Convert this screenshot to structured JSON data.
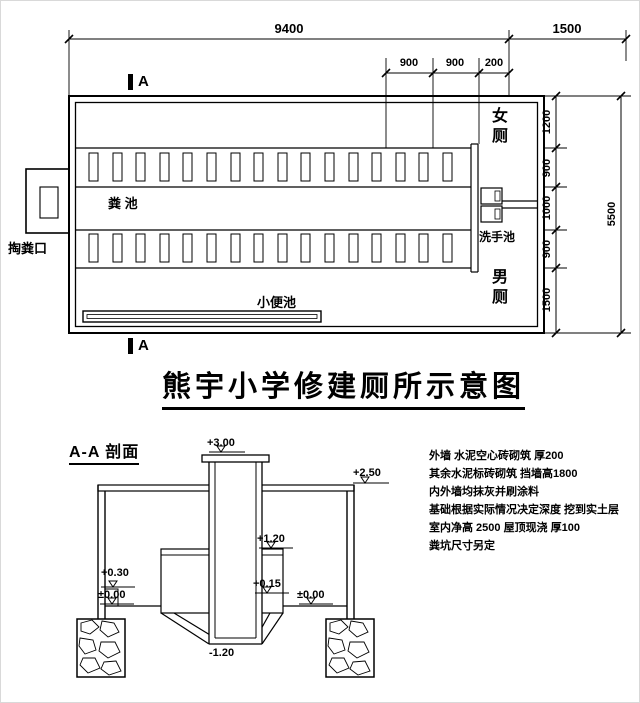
{
  "title": "熊宇小学修建厕所示意图",
  "colors": {
    "ink": "#000000",
    "paper": "#ffffff"
  },
  "plan": {
    "section_marker": "A",
    "dims": {
      "top_width_main": "9400",
      "top_width_right": "1500",
      "stall_900_a": "900",
      "stall_900_b": "900",
      "wall_200": "200",
      "right_1200": "1200",
      "right_900_a": "900",
      "right_1000": "1000",
      "right_900_b": "900",
      "right_1500": "1500",
      "right_total": "5500"
    },
    "labels": {
      "womens_toilet": "女厕",
      "mens_toilet": "男厕",
      "manure_pit": "粪 池",
      "hand_wash_basin": "洗手池",
      "urinal": "小便池",
      "manure_access": "掏粪口"
    }
  },
  "section": {
    "heading": "A-A 剖面",
    "elevations": {
      "vent_top": "+3.00",
      "roof": "+2.50",
      "platform": "+1.20",
      "step_left": "+0.30",
      "ground_left": "±0.00",
      "step_mid": "+0.15",
      "ground_right": "±0.00",
      "pit_bottom": "-1.20"
    }
  },
  "notes": [
    "外墙 水泥空心砖砌筑 厚200",
    "其余水泥标砖砌筑 挡墙高1800",
    "内外墙均抹灰并刷涂料",
    "基础根据实际情况决定深度 挖到实土层",
    "室内净高 2500 屋顶现浇 厚100",
    "粪坑尺寸另定"
  ]
}
